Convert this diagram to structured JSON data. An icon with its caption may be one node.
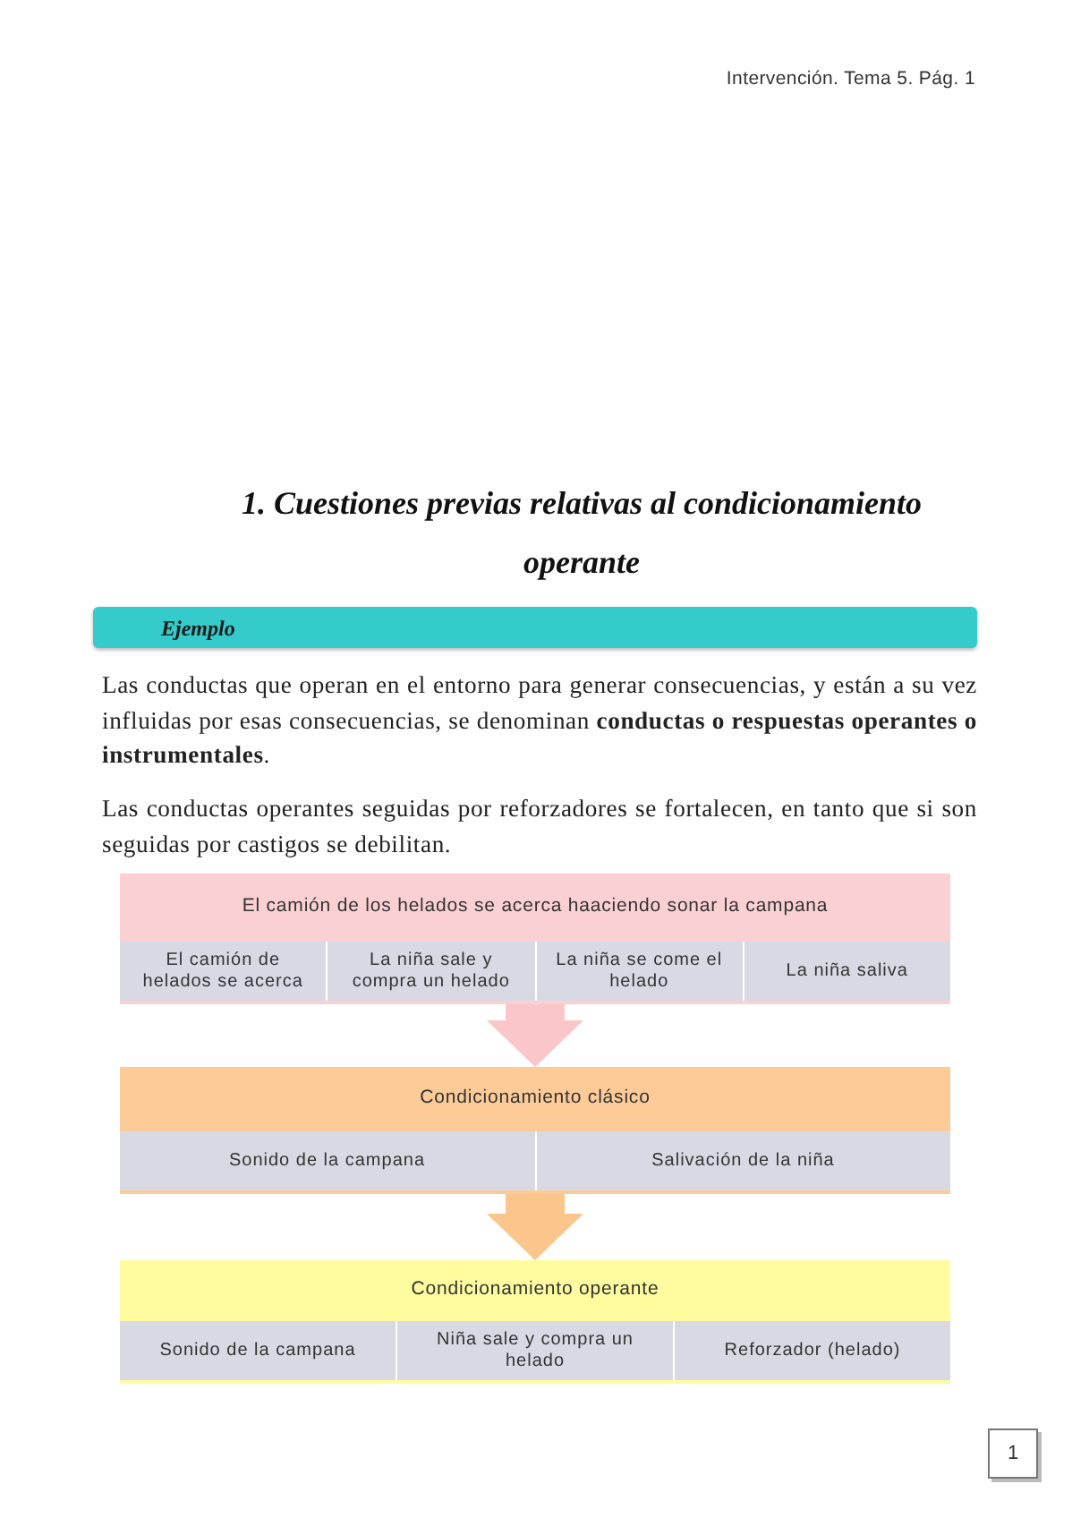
{
  "diagram": {
    "title": "1. Cuestiones previas relativas al condicionamiento operante",
    "nodes": [
      {
        "text": [
          "Ejemplo"
        ]
      },
      {
        "text": [
          "El camión de los helados se acerca haaciendo sonar la campana"
        ]
      },
      {
        "text": [
          "El camión de helados se acerca"
        ],
        "in": 1
      },
      {
        "text": [
          "La niña sale y compra un helado"
        ],
        "in": 1
      },
      {
        "text": [
          "La niña se come el helado"
        ],
        "in": 1
      },
      {
        "text": [
          "La niña saliva"
        ],
        "in": 1
      },
      {
        "text": [
          "Condicionamiento clásico"
        ]
      },
      {
        "text": [
          "Sonido de la campana"
        ],
        "in": 6
      },
      {
        "text": [
          "Salivación de la niña"
        ],
        "in": 6
      },
      {
        "text": [
          "Condicionamiento operante"
        ]
      },
      {
        "text": [
          "Sonido de la campana"
        ],
        "in": 9
      },
      {
        "text": [
          "Niña sale y compra un helado"
        ],
        "in": 9
      },
      {
        "text": [
          "Reforzador (helado)"
        ],
        "in": 9
      },
      {
        "text": [
          "1"
        ]
      }
    ],
    "edges": [
      {
        "from": 1,
        "to": 6,
        "arrow": "to",
        "color": "#fac6c9"
      },
      {
        "from": 6,
        "to": 9,
        "arrow": "to",
        "color": "#fbc68c"
      }
    ],
    "labels": [
      "Intervención. Tema 5. Pág. 1",
      "Las conductas que operan en el entorno para generar consecuencias, y están a su vez influidas por esas consecuencias, se denominan **conductas o respuestas operantes o instrumentales**.",
      "Las conductas operantes seguidas por reforzadores se fortalecen, en tanto que si son seguidas por castigos se debilitan."
    ]
  }
}
